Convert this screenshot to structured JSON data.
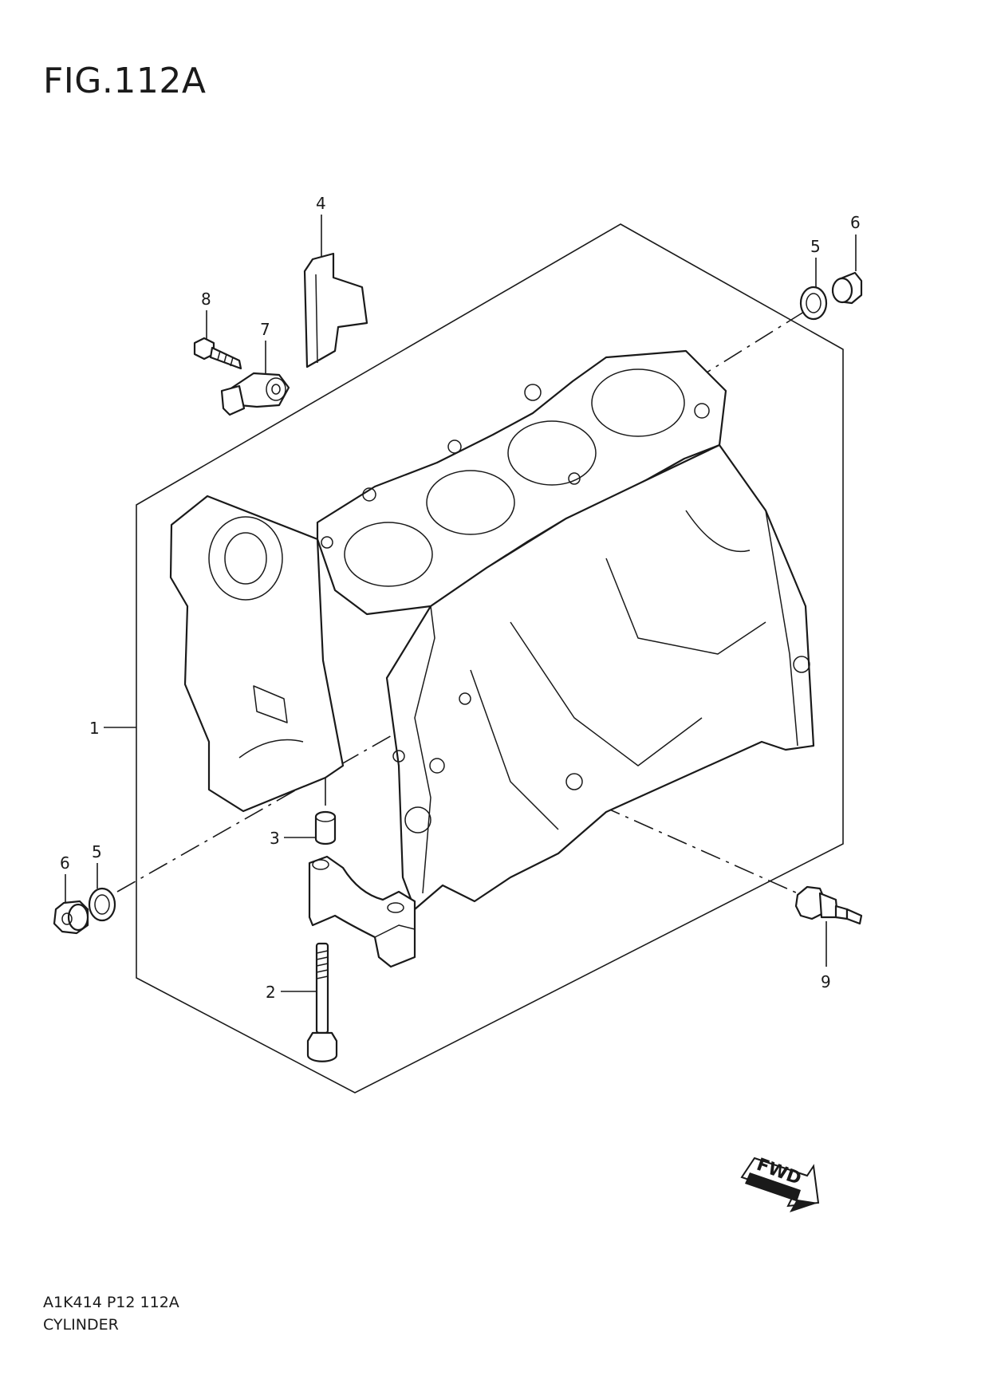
{
  "figure": {
    "title": "FIG.112A"
  },
  "footer": {
    "code": "A1K414 P12 112A",
    "name": "CYLINDER"
  },
  "callouts": {
    "c1": "1",
    "c2": "2",
    "c3": "3",
    "c4": "4",
    "c5_top": "5",
    "c6_top": "6",
    "c5_left": "5",
    "c6_left": "6",
    "c7": "7",
    "c8": "8",
    "c9": "9"
  },
  "fwd_arrow": {
    "label": "FWD"
  }
}
